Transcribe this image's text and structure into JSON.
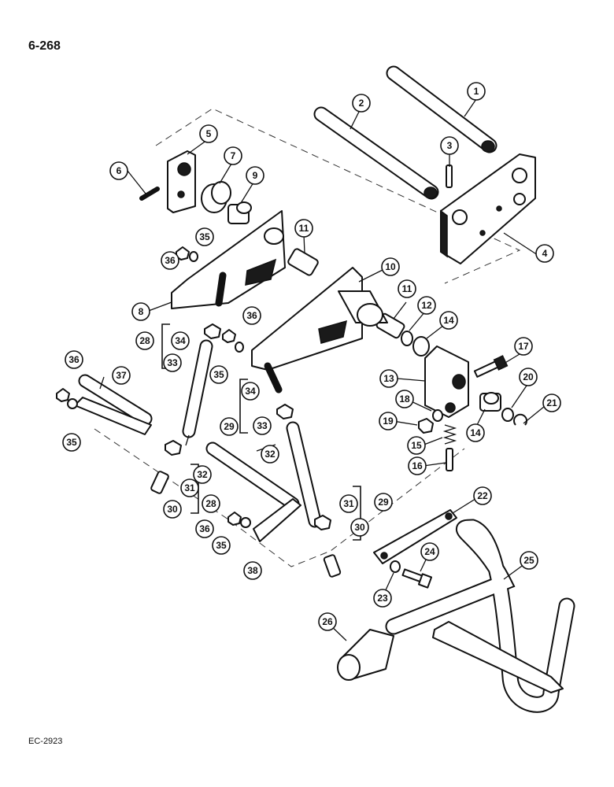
{
  "header": {
    "page_number": "6-268"
  },
  "footer": {
    "figure_code": "EC-2923"
  },
  "callouts": [
    {
      "id": "c1",
      "label": "1"
    },
    {
      "id": "c2",
      "label": "2"
    },
    {
      "id": "c3",
      "label": "3"
    },
    {
      "id": "c4",
      "label": "4"
    },
    {
      "id": "c5",
      "label": "5"
    },
    {
      "id": "c6",
      "label": "6"
    },
    {
      "id": "c7",
      "label": "7"
    },
    {
      "id": "c8",
      "label": "8"
    },
    {
      "id": "c9",
      "label": "9"
    },
    {
      "id": "c10",
      "label": "10"
    },
    {
      "id": "c11a",
      "label": "11"
    },
    {
      "id": "c11b",
      "label": "11"
    },
    {
      "id": "c12",
      "label": "12"
    },
    {
      "id": "c13",
      "label": "13"
    },
    {
      "id": "c14a",
      "label": "14"
    },
    {
      "id": "c14b",
      "label": "14"
    },
    {
      "id": "c15",
      "label": "15"
    },
    {
      "id": "c16",
      "label": "16"
    },
    {
      "id": "c17",
      "label": "17"
    },
    {
      "id": "c18",
      "label": "18"
    },
    {
      "id": "c19",
      "label": "19"
    },
    {
      "id": "c20",
      "label": "20"
    },
    {
      "id": "c21",
      "label": "21"
    },
    {
      "id": "c22",
      "label": "22"
    },
    {
      "id": "c23",
      "label": "23"
    },
    {
      "id": "c24",
      "label": "24"
    },
    {
      "id": "c25",
      "label": "25"
    },
    {
      "id": "c26",
      "label": "26"
    },
    {
      "id": "c28a",
      "label": "28"
    },
    {
      "id": "c28b",
      "label": "28"
    },
    {
      "id": "c29a",
      "label": "29"
    },
    {
      "id": "c29b",
      "label": "29"
    },
    {
      "id": "c30a",
      "label": "30"
    },
    {
      "id": "c30b",
      "label": "30"
    },
    {
      "id": "c31a",
      "label": "31"
    },
    {
      "id": "c31b",
      "label": "31"
    },
    {
      "id": "c32a",
      "label": "32"
    },
    {
      "id": "c32b",
      "label": "32"
    },
    {
      "id": "c33a",
      "label": "33"
    },
    {
      "id": "c33b",
      "label": "33"
    },
    {
      "id": "c34a",
      "label": "34"
    },
    {
      "id": "c34b",
      "label": "34"
    },
    {
      "id": "c35a",
      "label": "35"
    },
    {
      "id": "c35b",
      "label": "35"
    },
    {
      "id": "c35c",
      "label": "35"
    },
    {
      "id": "c35d",
      "label": "35"
    },
    {
      "id": "c36a",
      "label": "36"
    },
    {
      "id": "c36b",
      "label": "36"
    },
    {
      "id": "c36c",
      "label": "36"
    },
    {
      "id": "c36d",
      "label": "36"
    },
    {
      "id": "c37",
      "label": "37"
    },
    {
      "id": "c38",
      "label": "38"
    }
  ]
}
